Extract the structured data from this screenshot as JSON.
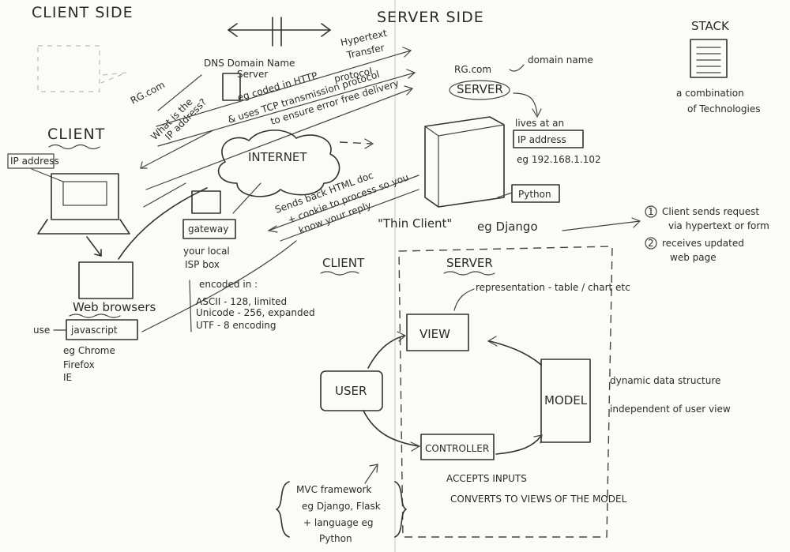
{
  "headings": {
    "client_side": "CLIENT SIDE",
    "server_side": "SERVER SIDE",
    "stack": "STACK",
    "stack_desc_1": "a combination",
    "stack_desc_2": "of Technologies"
  },
  "client": {
    "title": "CLIENT",
    "ip_address": "IP address",
    "what_ip_1": "What is the",
    "what_ip_2": "IP address?",
    "rg_com": "RG.com",
    "web_browsers": "Web browsers",
    "use": "use",
    "javascript": "javascript",
    "eg_browsers_1": "eg Chrome",
    "eg_browsers_2": "Firefox",
    "eg_browsers_3": "IE"
  },
  "dns": {
    "line1": "DNS Domain Name",
    "line2": "Server",
    "hypertext_1": "Hypertext",
    "hypertext_2": "Transfer",
    "hypertext_3": "protocol",
    "encoded_http": "eg coded in HTTP",
    "tcp_1": "& uses TCP transmission protocol",
    "tcp_2": "to ensure error free delivery"
  },
  "internet": {
    "label": "INTERNET"
  },
  "gateway": {
    "label": "gateway",
    "isp_1": "your local",
    "isp_2": "ISP box"
  },
  "response": {
    "line1": "Sends back HTML doc",
    "line2": "+ cookie to process so you",
    "line3": "know your reply"
  },
  "encoding": {
    "title": "encoded in :",
    "items": [
      "ASCII - 128, limited",
      "Unicode - 256, expanded",
      "UTF - 8 encoding"
    ]
  },
  "server": {
    "domain": "RG.com",
    "domain_name": "domain name",
    "title": "SERVER",
    "lives_at": "lives at an",
    "ip_address": "IP address",
    "ip_example": "eg 192.168.1.102",
    "python": "Python"
  },
  "thin_client": {
    "label": "\"Thin Client\"",
    "example": "eg Django"
  },
  "notes": {
    "n1_num": "1",
    "n1_line1": "Client sends request",
    "n1_line2": "via hypertext or form",
    "n2_num": "2",
    "n2_line1": "receives updated",
    "n2_line2": "web page"
  },
  "mvc": {
    "client_label": "CLIENT",
    "server_label": "SERVER",
    "view": "VIEW",
    "user": "USER",
    "model": "MODEL",
    "controller": "CONTROLLER",
    "representation": "representation - table / chart etc",
    "model_notes": [
      "dynamic data structure",
      "independent of user view"
    ],
    "controller_notes": [
      "ACCEPTS INPUTS",
      "CONVERTS TO VIEWS OF THE MODEL"
    ],
    "framework_1": "MVC framework",
    "framework_2": "eg Django, Flask",
    "framework_3": "+ language eg",
    "framework_4": "Python"
  }
}
